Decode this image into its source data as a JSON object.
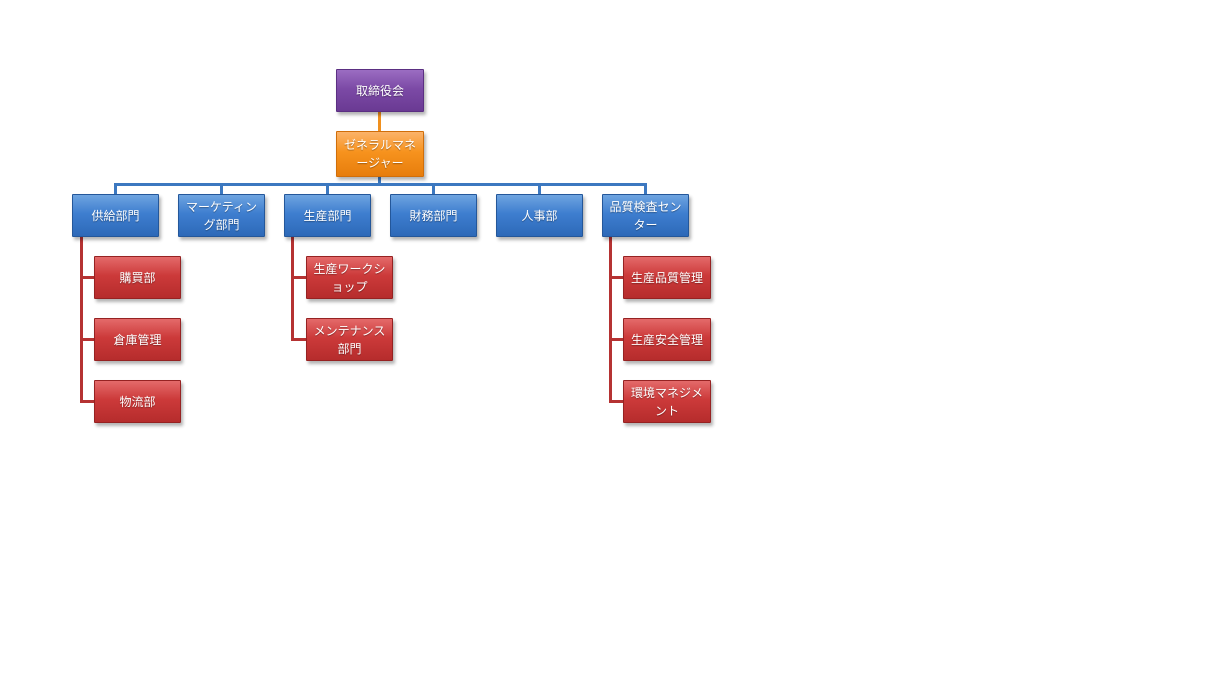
{
  "colors": {
    "executive": "#7c4aa6",
    "manager": "#f7931e",
    "department": "#3e7ecf",
    "section": "#cc3a3a"
  },
  "chart": {
    "board": "取締役会",
    "general_manager": "ゼネラルマネージャー",
    "departments": [
      {
        "label": "供給部門",
        "children": [
          "購買部",
          "倉庫管理",
          "物流部"
        ]
      },
      {
        "label": "マーケティング部門",
        "children": []
      },
      {
        "label": "生産部門",
        "children": [
          "生産ワークショップ",
          "メンテナンス部門"
        ]
      },
      {
        "label": "財務部門",
        "children": []
      },
      {
        "label": "人事部",
        "children": []
      },
      {
        "label": "品質検査センター",
        "children": [
          "生産品質管理",
          "生産安全管理",
          "環境マネジメント"
        ]
      }
    ]
  }
}
